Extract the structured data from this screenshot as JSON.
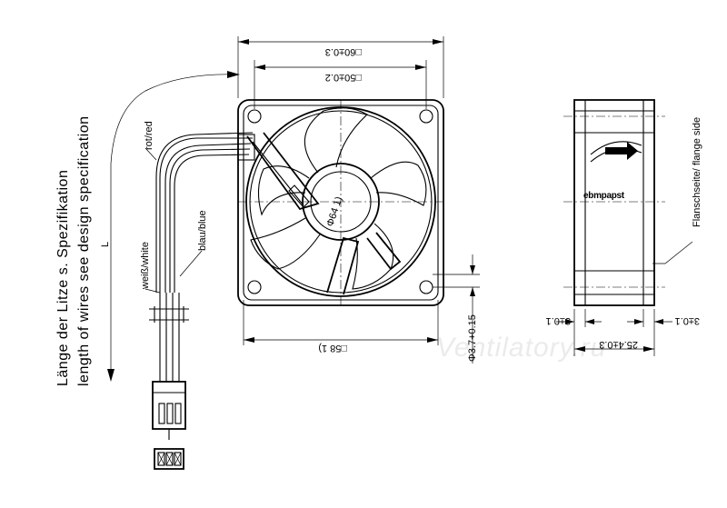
{
  "wire_length_note": {
    "line_de": "Länge der Litze s. Spezifikation",
    "line_en": "length of wires see design specification",
    "symbol": "L"
  },
  "wires": {
    "red": "rot/red",
    "white": "weiß/white",
    "blue": "blau/blue"
  },
  "dimensions": {
    "outer_width": "□60±0.3",
    "hole_pitch": "□50±0.2",
    "body_width": "□58 1)",
    "hub_diameter": "Φ64 1)",
    "hole_diameter": "Φ3.7+0.15",
    "depth": "25.4±0.3",
    "flange_left": "3±0.1",
    "flange_right": "3±0.1"
  },
  "side_view": {
    "brand": "ebmpapst",
    "flange_label": "Flanschseite/ flange side"
  },
  "watermark": "Ventilatory.ru"
}
